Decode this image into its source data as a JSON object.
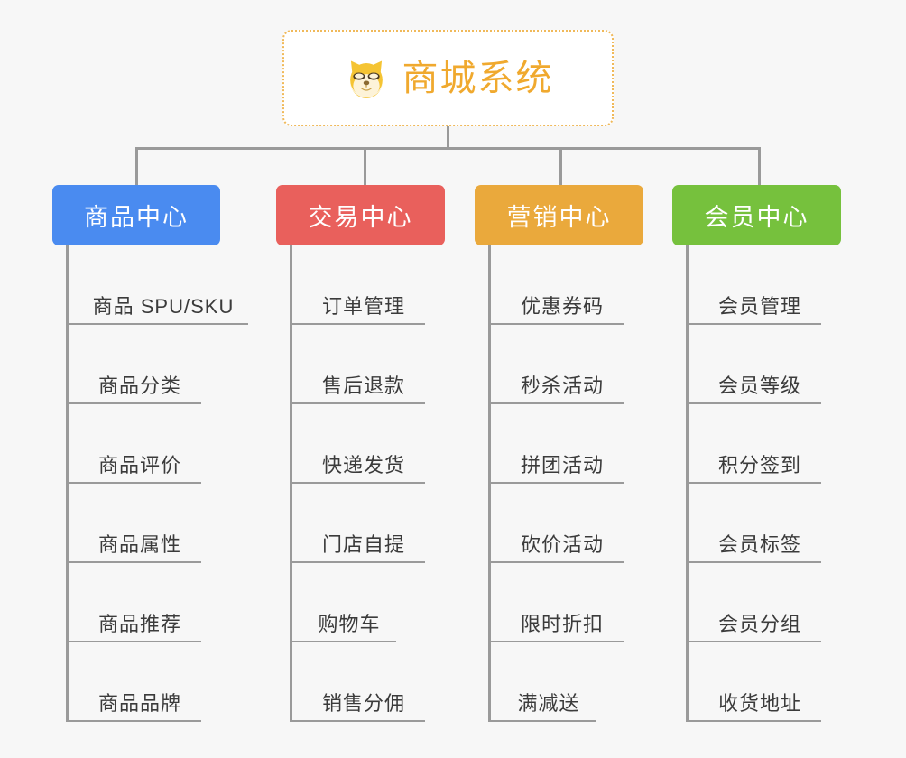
{
  "diagram": {
    "type": "org-chart",
    "background_color": "#f7f7f7",
    "root": {
      "label": "商城系统",
      "icon": "shiba-dog-icon",
      "text_color": "#f0a92e",
      "border_color": "#f0b95a",
      "background_color": "#ffffff"
    },
    "connector_color": "#9a9a9a",
    "leaf_text_color": "#3b3b3b",
    "branches": [
      {
        "label": "商品中心",
        "color": "#4a8bf0",
        "items": [
          "商品 SPU/SKU",
          "商品分类",
          "商品评价",
          "商品属性",
          "商品推荐",
          "商品品牌"
        ]
      },
      {
        "label": "交易中心",
        "color": "#e9605c",
        "items": [
          "订单管理",
          "售后退款",
          "快递发货",
          "门店自提",
          "购物车",
          "销售分佣"
        ]
      },
      {
        "label": "营销中心",
        "color": "#eaa93c",
        "items": [
          "优惠券码",
          "秒杀活动",
          "拼团活动",
          "砍价活动",
          "限时折扣",
          "满减送"
        ]
      },
      {
        "label": "会员中心",
        "color": "#76c13d",
        "items": [
          "会员管理",
          "会员等级",
          "积分签到",
          "会员标签",
          "会员分组",
          "收货地址"
        ]
      }
    ]
  }
}
